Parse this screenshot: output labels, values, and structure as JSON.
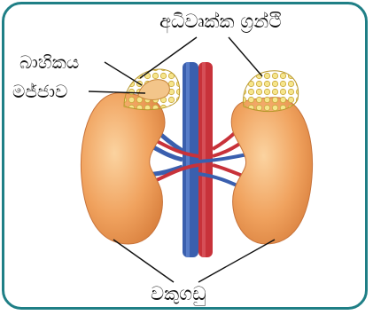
{
  "labels": {
    "adrenal_gland": "අධිවෘක්ක ග්‍රන්ථි",
    "cortex": "බාහිකය",
    "medulla": "මජ්ජාව",
    "kidneys": "වකුගඩු"
  },
  "colors": {
    "frame": "#1f7f86",
    "kidney": "#f0a25e",
    "adrenal": "#f1de7a",
    "artery": "#c8323a",
    "vein": "#3a5fae"
  }
}
